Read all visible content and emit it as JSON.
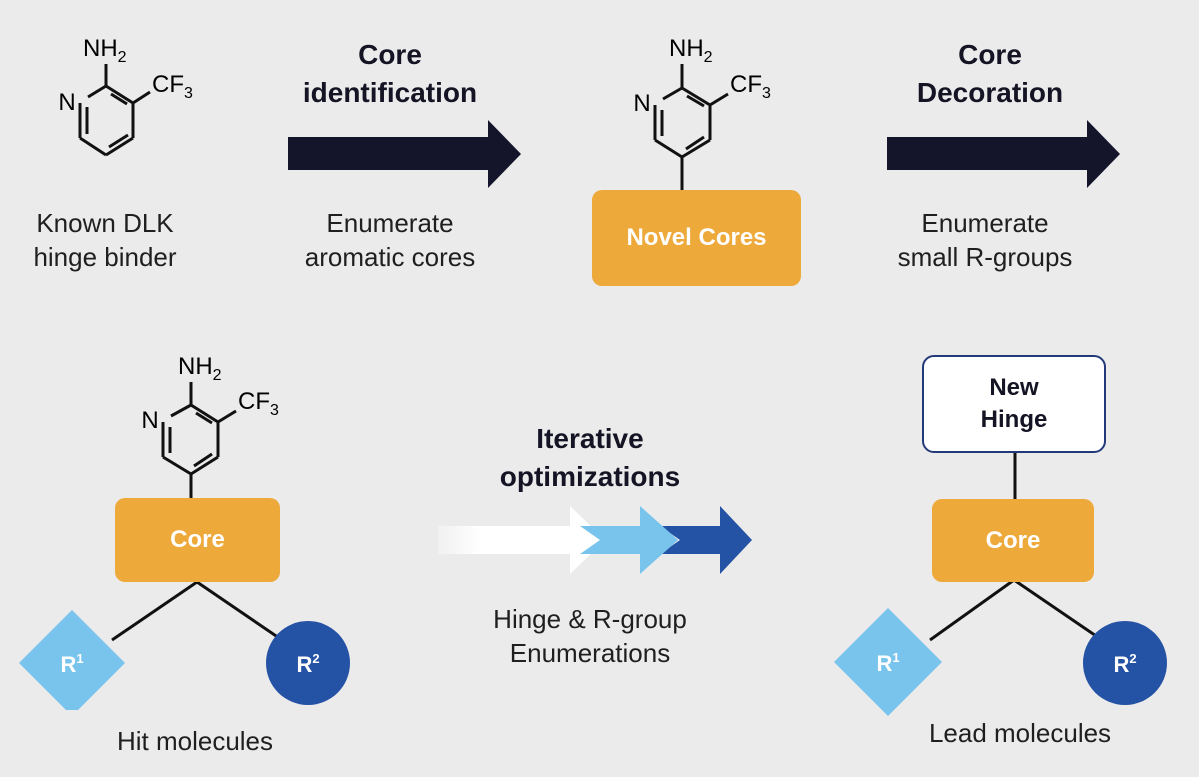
{
  "molecule": {
    "amine": "NH",
    "amine_sub": "2",
    "cf": "CF",
    "cf_sub": "3",
    "ring_n": "N"
  },
  "step1": {
    "caption_line1": "Known DLK",
    "caption_line2": "hinge binder"
  },
  "arrow1": {
    "title_line1": "Core",
    "title_line2": "identification",
    "caption_line1": "Enumerate",
    "caption_line2": "aromatic cores"
  },
  "step2": {
    "box_label": "Novel Cores"
  },
  "arrow2": {
    "title_line1": "Core",
    "title_line2": "Decoration",
    "caption_line1": "Enumerate",
    "caption_line2": "small R-groups"
  },
  "hit": {
    "core_label": "Core",
    "r1": "R",
    "r1_sup": "1",
    "r2": "R",
    "r2_sup": "2",
    "caption": "Hit molecules"
  },
  "iterative": {
    "title_line1": "Iterative",
    "title_line2": "optimizations",
    "caption_line1": "Hinge & R-group",
    "caption_line2": "Enumerations"
  },
  "lead": {
    "hinge_line1": "New",
    "hinge_line2": "Hinge",
    "core_label": "Core",
    "r1": "R",
    "r1_sup": "1",
    "r2": "R",
    "r2_sup": "2",
    "caption": "Lead molecules"
  },
  "colors": {
    "orange": "#eea93b",
    "navy": "#14142b",
    "light_blue": "#79c4ec",
    "dark_blue": "#2452a4",
    "hinge_border": "#233a7a"
  }
}
